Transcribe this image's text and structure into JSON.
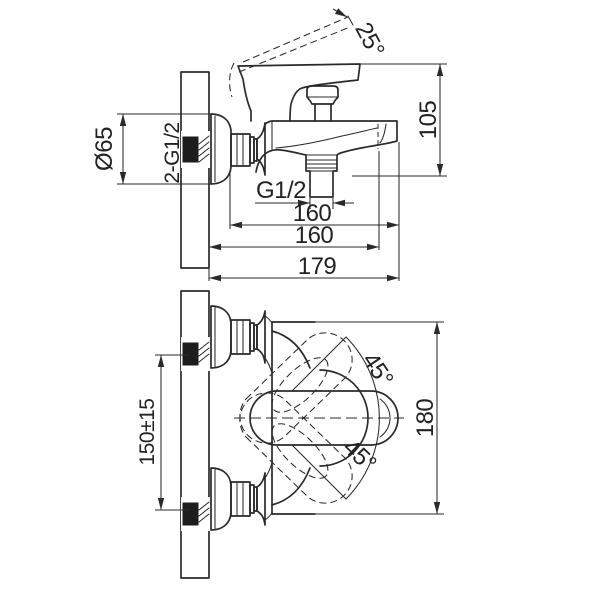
{
  "drawing": {
    "title": "wall-mounted-bath-mixer-technical-drawing",
    "line_color": "#2a2a2a",
    "background_color": "#ffffff",
    "side_view": {
      "handle_lift_angle": "25°",
      "height_dim": "105",
      "outlet_thread": "G1/2",
      "dim_inner": "160",
      "dim_mid": "160",
      "dim_overall": "179",
      "flange_diameter": "Ø65",
      "inlet_connections": "2-G1/2"
    },
    "plan_view": {
      "inlet_spacing": "150±15",
      "body_dim": "180",
      "swing_up_angle": "45°",
      "swing_down_angle": "45°"
    }
  }
}
